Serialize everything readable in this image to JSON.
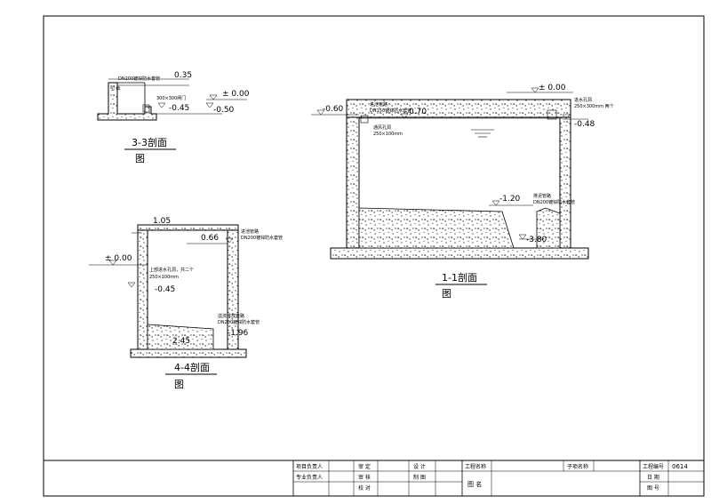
{
  "sheet": {
    "title_block": {
      "project_leader": "项目负责人",
      "discipline_leader": "专业负责人",
      "approve": "审 定",
      "review": "审 核",
      "check": "校 对",
      "design": "设 计",
      "draw": "制 图",
      "project_name": "工程名称",
      "sub_project": "子项名称",
      "drawing_name": "图 名",
      "project_no_label": "工程编号",
      "project_no": "0614",
      "date_label": "日 期",
      "sheet_no_label": "图 号"
    }
  },
  "section_3_3": {
    "title": "3-3剖面",
    "subtitle": "图",
    "levels": {
      "top": "0.35",
      "ground": "± 0.00",
      "inner": "-0.45",
      "outer": "-0.50"
    },
    "notes": {
      "pipe": "DN200镀锌防水套管",
      "pipe_sub": "引 出",
      "gate": "300×300闸门"
    }
  },
  "section_4_4": {
    "title": "4-4剖面",
    "subtitle": "图",
    "levels": {
      "top": "1.05",
      "mid": "0.66",
      "ground": "± 0.00",
      "inlet": "-0.45",
      "outlet": "-1.96",
      "bottom": "2.45"
    },
    "notes": {
      "inlet": "上部进水孔洞，共二个",
      "inlet_size": "250×100mm",
      "top_pipe": "进池管路",
      "top_pipe_sub": "DN200镀锌防水套管",
      "bottom_pipe": "溢流排放管路",
      "bottom_pipe_sub": "DN200镀锌防水套管"
    }
  },
  "section_1_1": {
    "title": "1-1剖面",
    "subtitle": "图",
    "levels": {
      "ground": "± 0.00",
      "left": "-0.60",
      "water": "0.70",
      "right": "-0.48",
      "mid": "-1.20",
      "bottom": "-3.80"
    },
    "notes": {
      "in_pipe": "进池管路",
      "in_pipe_sub": "DN150镀锌防水套管",
      "left_hole": "通风孔洞",
      "left_hole_sub": "250×100mm",
      "right_hole": "进水孔洞",
      "right_hole_sub": "250×300mm  两个",
      "out_pipe": "排泥管路",
      "out_pipe_sub": "DN200镀锌防水套管"
    }
  }
}
